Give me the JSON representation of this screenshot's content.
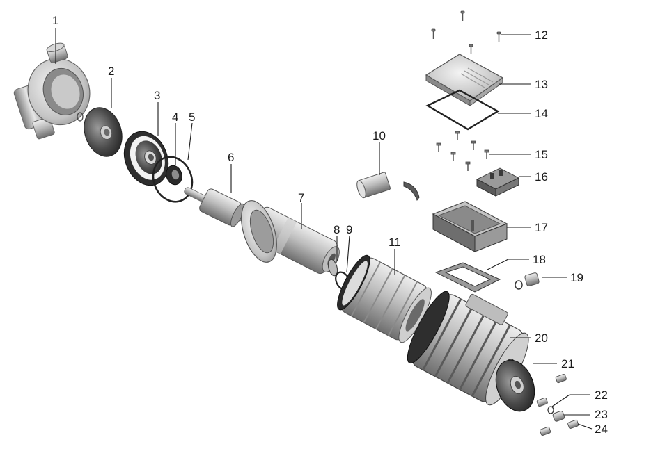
{
  "callouts": [
    {
      "id": "1",
      "text": "1"
    },
    {
      "id": "2",
      "text": "2"
    },
    {
      "id": "3",
      "text": "3"
    },
    {
      "id": "4",
      "text": "4"
    },
    {
      "id": "5",
      "text": "5"
    },
    {
      "id": "6",
      "text": "6"
    },
    {
      "id": "7",
      "text": "7"
    },
    {
      "id": "8",
      "text": "8"
    },
    {
      "id": "9",
      "text": "9"
    },
    {
      "id": "10",
      "text": "10"
    },
    {
      "id": "11",
      "text": "11"
    },
    {
      "id": "12",
      "text": "12"
    },
    {
      "id": "13",
      "text": "13"
    },
    {
      "id": "14",
      "text": "14"
    },
    {
      "id": "15",
      "text": "15"
    },
    {
      "id": "16",
      "text": "16"
    },
    {
      "id": "17",
      "text": "17"
    },
    {
      "id": "18",
      "text": "18"
    },
    {
      "id": "19",
      "text": "19"
    },
    {
      "id": "20",
      "text": "20"
    },
    {
      "id": "21",
      "text": "21"
    },
    {
      "id": "22",
      "text": "22"
    },
    {
      "id": "23",
      "text": "23"
    },
    {
      "id": "24",
      "text": "24"
    }
  ],
  "colors": {
    "metal_light": "#d4d4d4",
    "metal_mid": "#a8a8a8",
    "metal_dark": "#5a5a5a",
    "rubber": "#2a2a2a",
    "leader": "#1a1a1a"
  }
}
